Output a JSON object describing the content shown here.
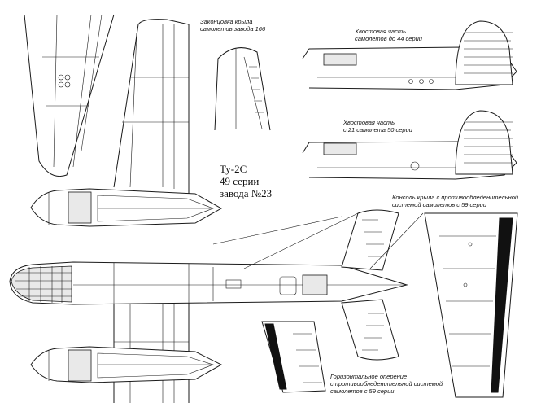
{
  "captions": {
    "wingtip_plant_166": "Законцовка крыла\nсамолетов завода  166",
    "tail_to_44": "Хвостовая часть\nсамолетов до 44 серии",
    "tail_from_21_50": "Хвостовая часть\nс 21 самолета 50 серии",
    "aircraft_id": "Ту-2С\n49 серии\nзавода №23",
    "wing_console_59": "Консоль крыла с противообледенительной\nсистемой самолетов с 59 серии",
    "stabilizer_59": "Горизонтальное оперение\nс противообледенительной системой\nсамолетов с 59 серии"
  }
}
